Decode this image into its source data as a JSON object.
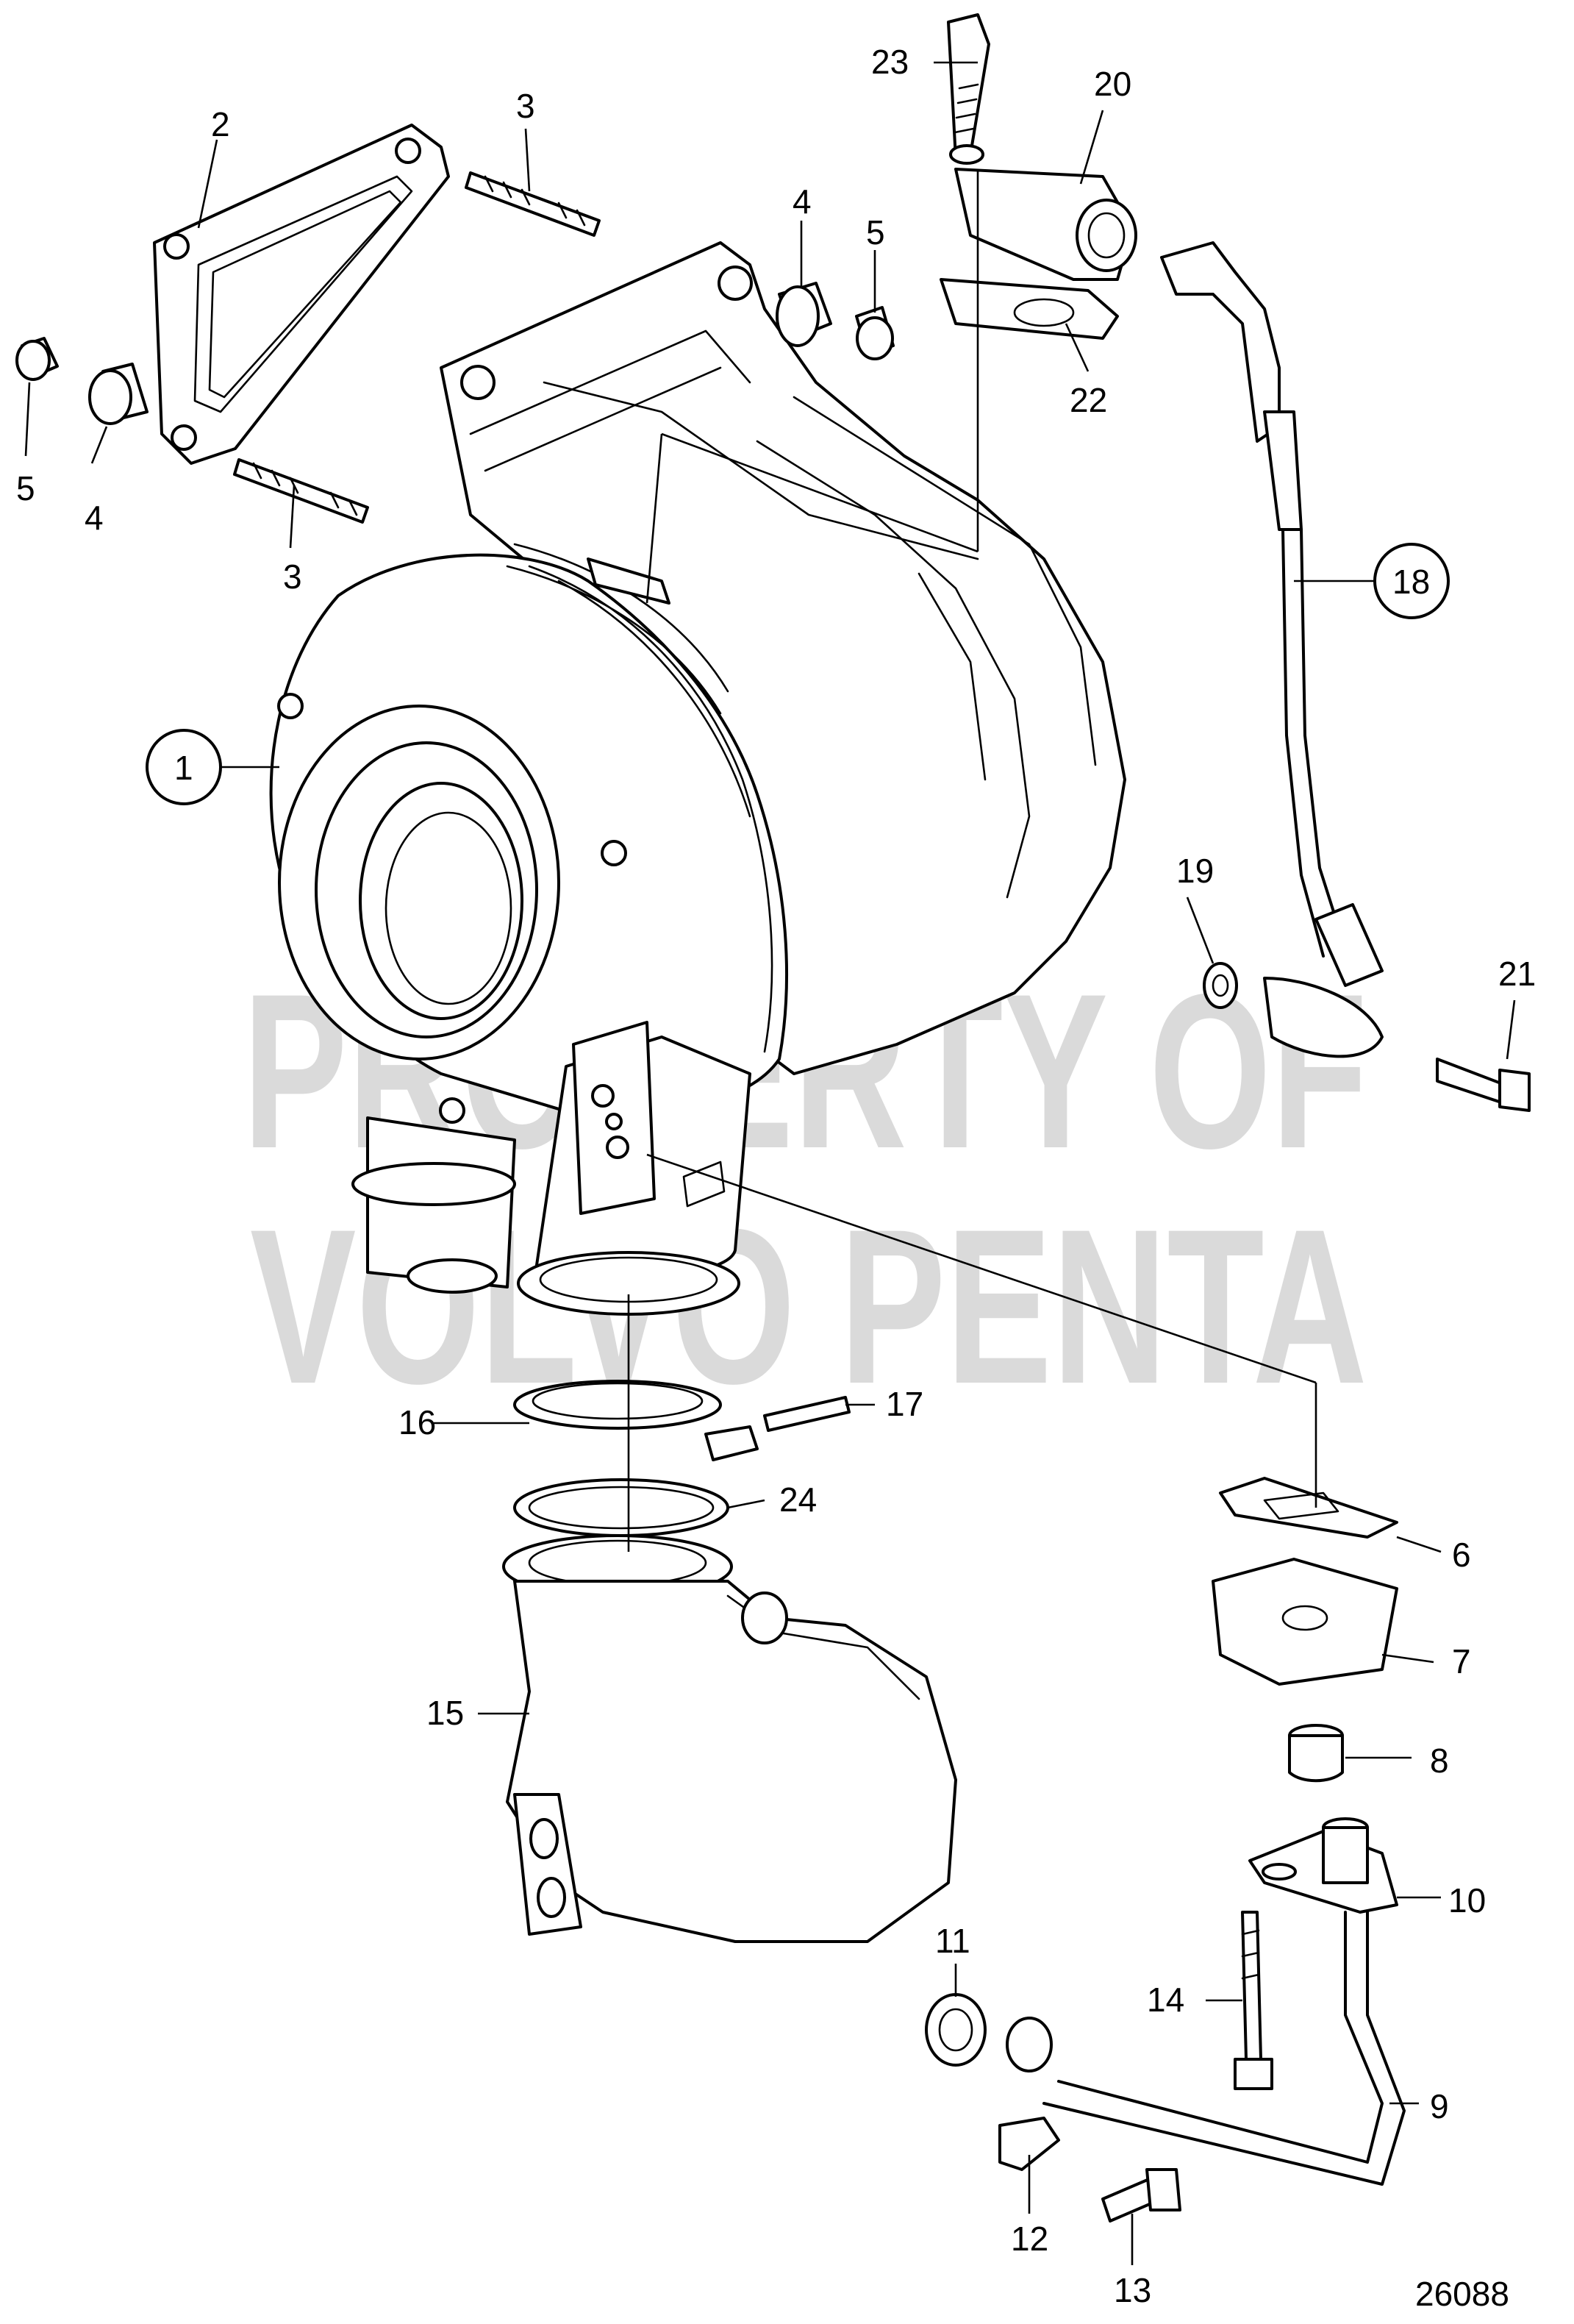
{
  "watermark": {
    "line1": "PROPERTY OF",
    "line2": "VOLVO PENTA",
    "color": "#b8b8b8"
  },
  "drawing_number": "26088",
  "callouts": {
    "c1": "1",
    "c2": "2",
    "c3a": "3",
    "c3b": "3",
    "c4a": "4",
    "c4b": "4",
    "c5a": "5",
    "c5b": "5",
    "c6": "6",
    "c7": "7",
    "c8": "8",
    "c9": "9",
    "c10": "10",
    "c11": "11",
    "c12": "12",
    "c13": "13",
    "c14": "14",
    "c15": "15",
    "c16": "16",
    "c17": "17",
    "c18": "18",
    "c19": "19",
    "c20": "20",
    "c21": "21",
    "c22": "22",
    "c23": "23",
    "c24": "24"
  }
}
